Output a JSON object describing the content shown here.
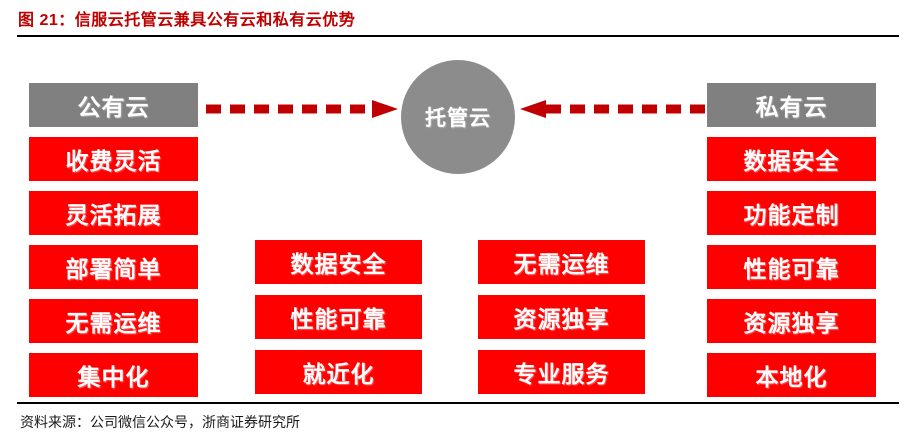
{
  "figure": {
    "title": "图 21：信服云托管云兼具公有云和私有云优势",
    "source": "资料来源：公司微信公众号，浙商证券研究所",
    "title_color": "#C00000",
    "box_color": "#FF0000",
    "header_color": "#808080",
    "hub_color": "#8C8C8C",
    "arrow_color": "#C00000"
  },
  "diagram": {
    "hub": {
      "label": "托管云"
    },
    "arrows": [
      {
        "name": "public-to-hub",
        "direction": "right",
        "style": "dashed"
      },
      {
        "name": "private-to-hub",
        "direction": "left",
        "style": "dashed"
      }
    ],
    "columns": [
      {
        "id": "public-cloud",
        "header": "公有云",
        "items": [
          "收费灵活",
          "灵活拓展",
          "部署简单",
          "无需运维",
          "集中化"
        ]
      },
      {
        "id": "managed-left",
        "header": "",
        "items": [
          "数据安全",
          "性能可靠",
          "就近化"
        ]
      },
      {
        "id": "managed-right",
        "header": "",
        "items": [
          "无需运维",
          "资源独享",
          "专业服务"
        ]
      },
      {
        "id": "private-cloud",
        "header": "私有云",
        "items": [
          "数据安全",
          "功能定制",
          "性能可靠",
          "资源独享",
          "本地化"
        ]
      }
    ]
  }
}
